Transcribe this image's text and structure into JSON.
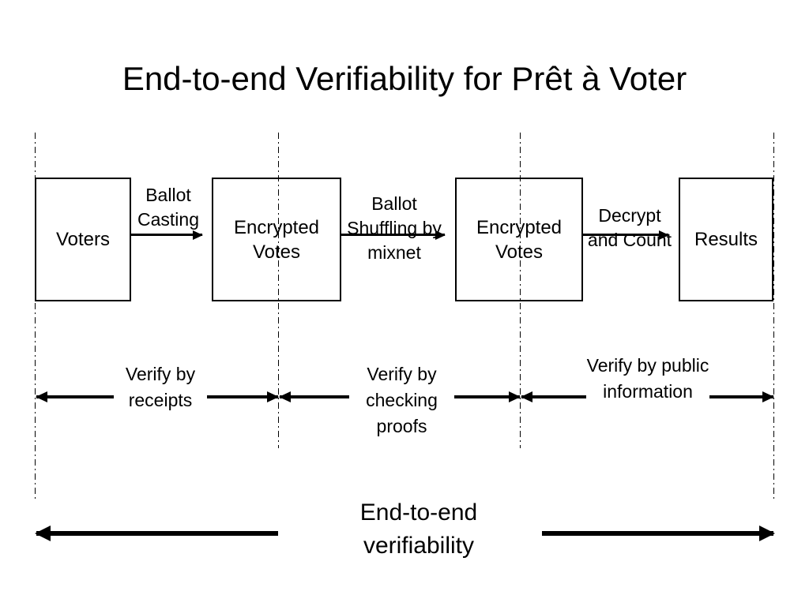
{
  "slide": {
    "title": "End-to-end Verifiability for Prêt à Voter",
    "background_color": "#ffffff",
    "ink_color": "#000000"
  },
  "pipeline": {
    "boxes": [
      {
        "id": "voters",
        "label": "Voters"
      },
      {
        "id": "encrypted-votes-1",
        "label": "Encrypted Votes"
      },
      {
        "id": "encrypted-votes-2",
        "label": "Encrypted Votes"
      },
      {
        "id": "results",
        "label": "Results"
      }
    ],
    "transitions": [
      {
        "id": "ballot-casting",
        "label": "Ballot Casting"
      },
      {
        "id": "ballot-shuffling",
        "label": "Ballot Shuffling by mixnet"
      },
      {
        "id": "decrypt-and-count",
        "label": "Decrypt and Count"
      }
    ]
  },
  "verification": {
    "spans": [
      {
        "id": "verify-receipts",
        "label": "Verify by receipts"
      },
      {
        "id": "verify-proofs",
        "label": "Verify by checking proofs"
      },
      {
        "id": "verify-public-info",
        "label": "Verify by public information"
      }
    ],
    "overall": {
      "id": "end-to-end-verifiability",
      "label": "End-to-end verifiability"
    }
  }
}
